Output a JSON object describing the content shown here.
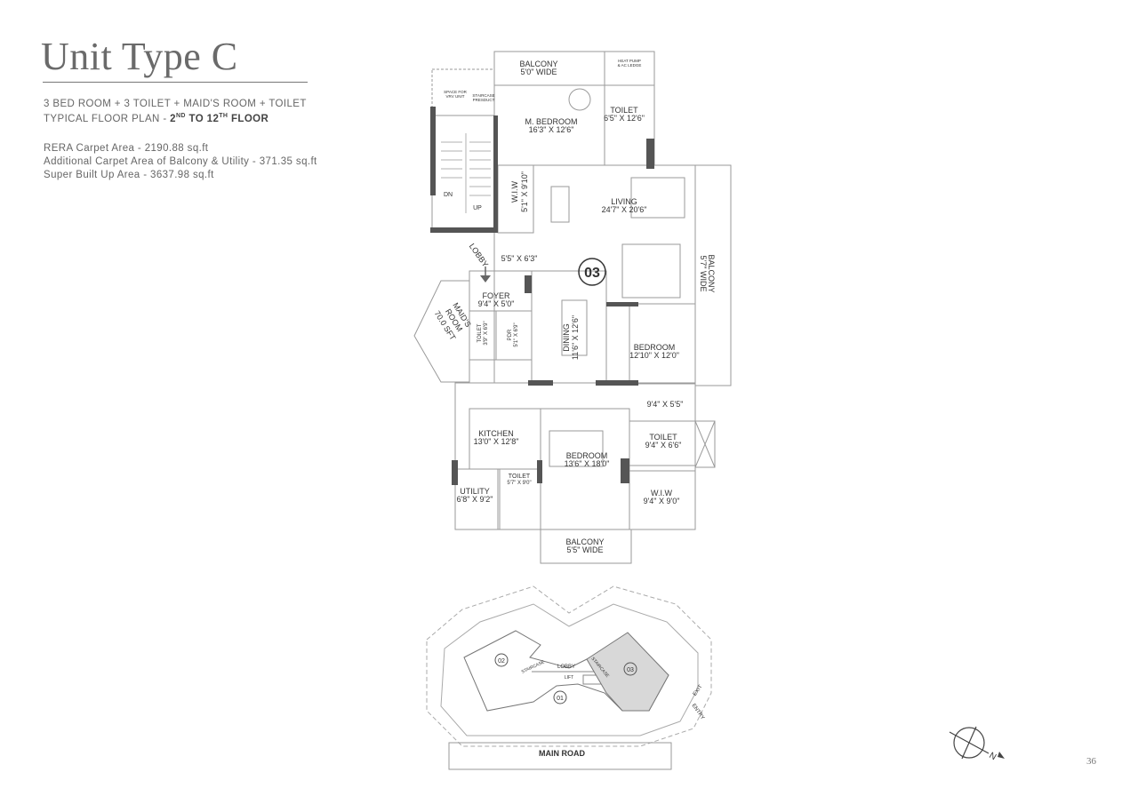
{
  "header": {
    "title": "Unit Type C",
    "config_line": "3 BED ROOM + 3 TOILET  + MAID'S ROOM + TOILET",
    "plan_prefix": "TYPICAL FLOOR PLAN - ",
    "floor_from": "2",
    "floor_from_sup": "ND",
    "floor_mid": " TO 12",
    "floor_to_sup": "TH",
    "floor_suffix": " FLOOR",
    "rera_area": "RERA Carpet Area - 2190.88 sq.ft",
    "additional_area": "Additional Carpet Area of Balcony & Utility - 371.35 sq.ft",
    "super_area": "Super Built Up Area - 3637.98 sq.ft"
  },
  "floor_plan": {
    "unit_number": "03",
    "rooms": {
      "balcony_top": [
        "BALCONY",
        "5'0\" WIDE"
      ],
      "heat_pump": [
        "HEAT PUMP",
        "& AC LEDGE"
      ],
      "space_vrv": [
        "SPACE FOR",
        "VRV UNIT"
      ],
      "staircase_pressduct": [
        "STAIRCASE",
        "PRESDUCT"
      ],
      "master_bedroom": [
        "M. BEDROOM",
        "16'3\" X 12'6\""
      ],
      "toilet_master": [
        "TOILET",
        "6'5\" X 12'6\""
      ],
      "wiw_master": [
        "W.I.W",
        "5'1\" X 9'10\""
      ],
      "living": [
        "LIVING",
        "24'7\" X 20'6\""
      ],
      "balcony_right": [
        "BALCONY",
        "5'7\" WIDE"
      ],
      "stair_dn": "DN",
      "stair_up": "UP",
      "lobby": "LOBBY",
      "passage_top": "5'5\" X 6'3\"",
      "foyer": [
        "FOYER",
        "9'4\" X 5'0\""
      ],
      "maids_room": [
        "MAID'S",
        "ROOM",
        "70.0 SFT"
      ],
      "toilet_maid": [
        "TOILET",
        "3'9\" X 6'9\""
      ],
      "pdr": [
        "PDR",
        "5'1\" X 6'9\""
      ],
      "dining": [
        "DINING",
        "11'6\" X 12'6\""
      ],
      "bedroom_right": [
        "BEDROOM",
        "12'10\" X 12'0\""
      ],
      "passage_right": "9'4\" X 5'5\"",
      "kitchen": [
        "KITCHEN",
        "13'0\" X 12'8\""
      ],
      "bedroom_bottom": [
        "BEDROOM",
        "13'6\" X 18'0\""
      ],
      "toilet_right": [
        "TOILET",
        "9'4\" X 6'6\""
      ],
      "utility": [
        "UTILITY",
        "6'8\" X 9'2\""
      ],
      "toilet_small": [
        "TOILET",
        "5'7\" X 9'0\""
      ],
      "wiw_right": [
        "W.I.W",
        "9'4\" X 9'0\""
      ],
      "balcony_bottom": [
        "BALCONY",
        "5'5\" WIDE"
      ]
    }
  },
  "key_plan": {
    "unit_01": "01",
    "unit_02": "02",
    "unit_03": "03",
    "staircase_left": "STAIRCASE",
    "staircase_right": "STAIRCASE",
    "lobby": "LOBBY",
    "lift": "LIFT",
    "exit": "EXIT",
    "entry": "ENTRY",
    "main_road": "MAIN ROAD"
  },
  "compass": {
    "north": "N"
  },
  "page_number": "36"
}
